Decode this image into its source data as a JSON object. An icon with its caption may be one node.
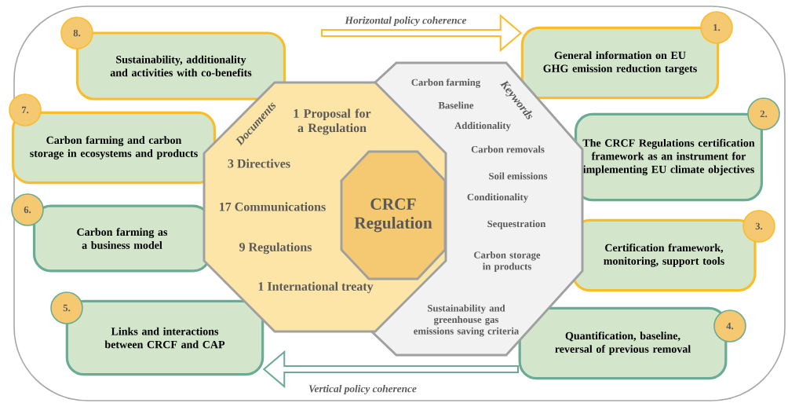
{
  "diagram": {
    "nodes": [
      {
        "text": [
          "Documents",
          "1 Proposal for a Regulation",
          "3 Directives",
          "17 Communications",
          "9 Regulations",
          "1 International treaty"
        ]
      },
      {
        "text": [
          "CRCF Regulation"
        ]
      },
      {
        "text": [
          "Keywords",
          "Carbon farming",
          "Baseline",
          "Additionality",
          "Carbon removals",
          "Soil emissions",
          "Conditionality",
          "Sequestration",
          "Carbon storage in products",
          "Sustainability and greenhouse gas emissions saving criteria"
        ]
      },
      {
        "text": [
          "1.",
          "General information on EU GHG emission reduction targets"
        ]
      },
      {
        "text": [
          "2.",
          "The CRCF Regulations certification framework as an instrument for implementing EU climate objectives"
        ]
      },
      {
        "text": [
          "3.",
          "Certification framework, monitoring, support tools"
        ]
      },
      {
        "text": [
          "4.",
          "Quantification, baseline, reversal of previous removal"
        ]
      },
      {
        "text": [
          "5.",
          "Links and interactions between CRCF and CAP"
        ]
      },
      {
        "text": [
          "6.",
          "Carbon farming as a business model"
        ]
      },
      {
        "text": [
          "7.",
          "Carbon farming and carbon storage in ecosystems and products"
        ]
      },
      {
        "text": [
          "8.",
          "Sustainability, additionality and activities with co-benefits"
        ]
      }
    ],
    "edges": [
      {
        "from": null,
        "to": 3,
        "arrow": "to",
        "label": "Horizontal policy coherence",
        "color": "#fbbc2a"
      },
      {
        "from": null,
        "to": 7,
        "arrow": "to",
        "label": "Vertical policy coherence",
        "color": "#6aab93"
      }
    ]
  }
}
